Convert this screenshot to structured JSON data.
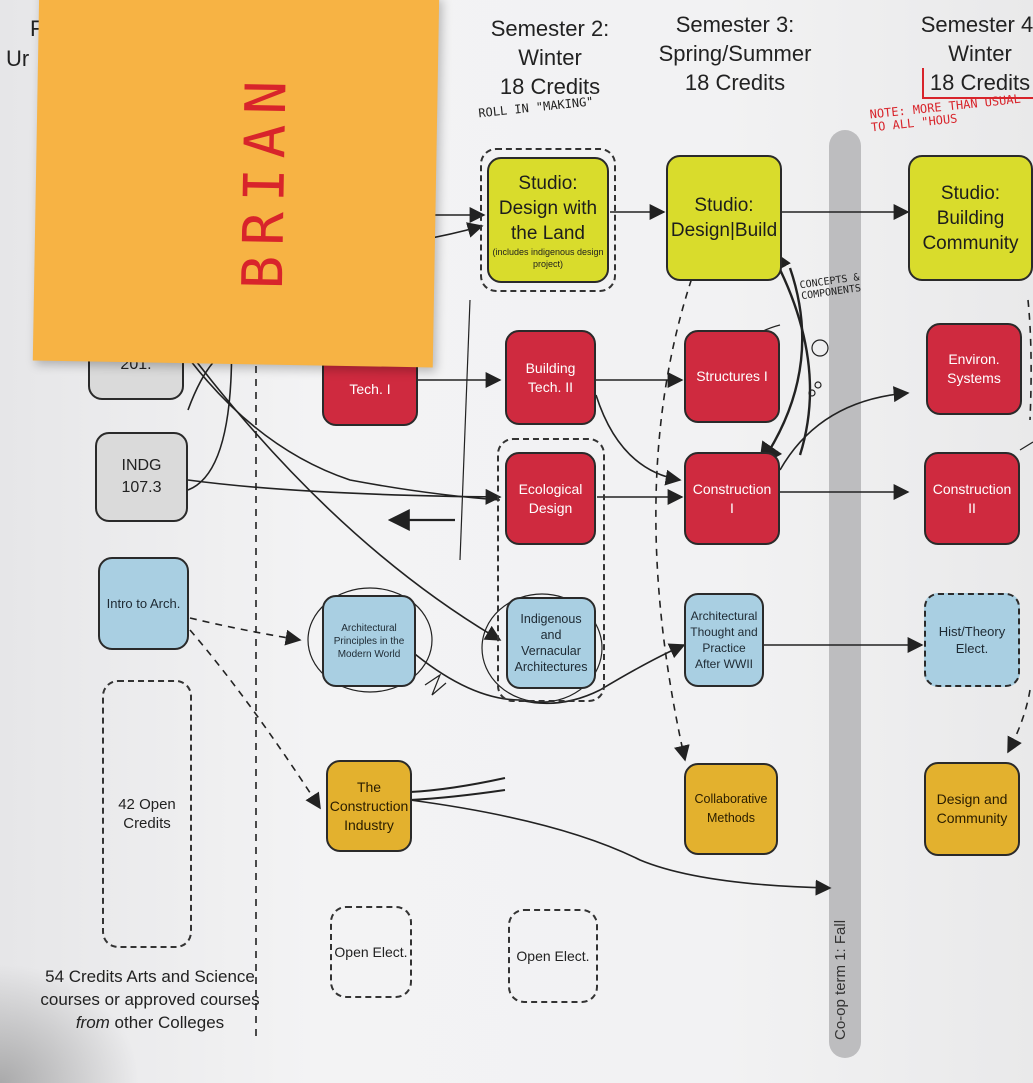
{
  "headers": {
    "sem1_left": "F",
    "sem1_left2": "Ur",
    "sem2": {
      "title": "Semester 2:",
      "term": "Winter",
      "credits": "18 Credits"
    },
    "sem3": {
      "title": "Semester 3:",
      "term": "Spring/Summer",
      "credits": "18 Credits"
    },
    "sem4": {
      "title": "Semester 4:",
      "term": "Winter",
      "credits": "18 Credits"
    }
  },
  "studios": {
    "land": {
      "title": "Studio: Design with the Land",
      "note": "(includes indigenous design project)"
    },
    "build": "Studio: Design|Build",
    "community": "Studio: Building Community"
  },
  "red": {
    "tech1": "Tech. I",
    "tech2": "Building Tech. II",
    "structures": "Structures I",
    "environ": "Environ. Systems",
    "ecological": "Ecological Design",
    "construction1": "Construction I",
    "construction2": "Construction II"
  },
  "grey": {
    "course_top": "201.",
    "indg": "INDG 107.3"
  },
  "blue": {
    "intro": "Intro to Arch.",
    "principles": "Architectural Principles in the Modern World",
    "indigenous": "Indigenous and Vernacular Architectures",
    "thought": "Architectural Thought and Practice After WWII",
    "hist": "Hist/Theory Elect."
  },
  "gold": {
    "industry": "The Construction Industry",
    "collab": "Collaborative Methods",
    "community": "Design and Community"
  },
  "open": {
    "credits42": "42 Open Credits",
    "elect1": "Open Elect.",
    "elect2": "Open Elect."
  },
  "coop": "Co-op term 1: Fall",
  "footnote": {
    "line": "54 Credits Arts and Science courses or approved courses",
    "from": "from",
    "rest": " other Colleges"
  },
  "handwriting": {
    "sticky": "BRIAN",
    "roll": "ROLL IN \"MAKING\"",
    "concepts": "CONCEPTS & COMPONENTS",
    "note_red": "NOTE: MORE THAN USUAL TO ALL \"HOUS"
  },
  "colors": {
    "studio": "#d9dc2c",
    "red": "#cf2a3f",
    "blue": "#a9cfe2",
    "gold": "#e3b12e",
    "grey": "#dadada",
    "sticky": "#f7b344",
    "pen_red": "#d8242b"
  }
}
